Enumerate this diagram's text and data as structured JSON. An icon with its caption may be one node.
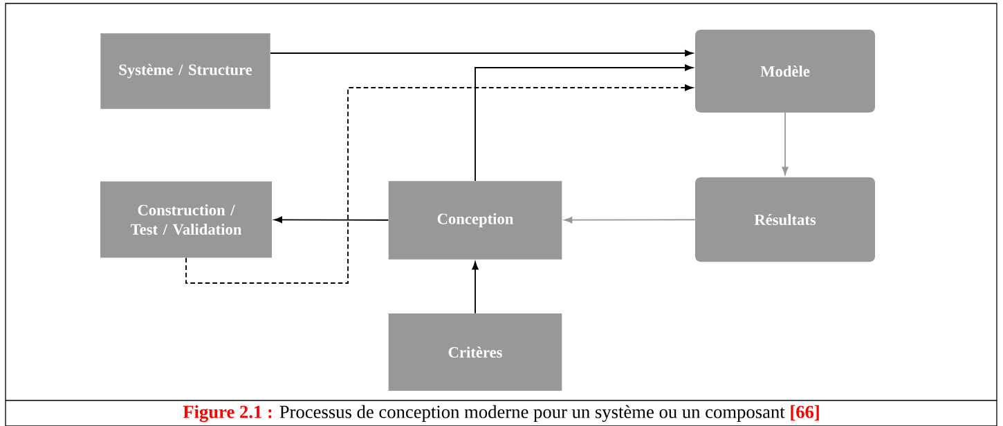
{
  "diagram": {
    "caption": "**Figure 2.1 :** Processus de conception moderne pour un système ou un composant **[66]**",
    "nodes": [
      {
        "text": [
          "Système / Structure"
        ]
      },
      {
        "text": [
          "Modèle"
        ]
      },
      {
        "text": [
          "Construction / Test / Validation"
        ]
      },
      {
        "text": [
          "Conception"
        ]
      },
      {
        "text": [
          "Résultats"
        ]
      },
      {
        "text": [
          "Critères"
        ]
      }
    ],
    "edges": [
      {
        "from": 0,
        "to": 1,
        "arrow": "to"
      },
      {
        "from": 3,
        "to": 1,
        "arrow": "to"
      },
      {
        "from": 2,
        "to": 1,
        "arrow": "to",
        "style": "dashed"
      },
      {
        "from": 1,
        "to": 4,
        "arrow": "to",
        "color": "#999999"
      },
      {
        "from": 4,
        "to": 3,
        "arrow": "to",
        "color": "#999999"
      },
      {
        "from": 3,
        "to": 2,
        "arrow": "to"
      },
      {
        "from": 5,
        "to": 3,
        "arrow": "to"
      }
    ]
  }
}
